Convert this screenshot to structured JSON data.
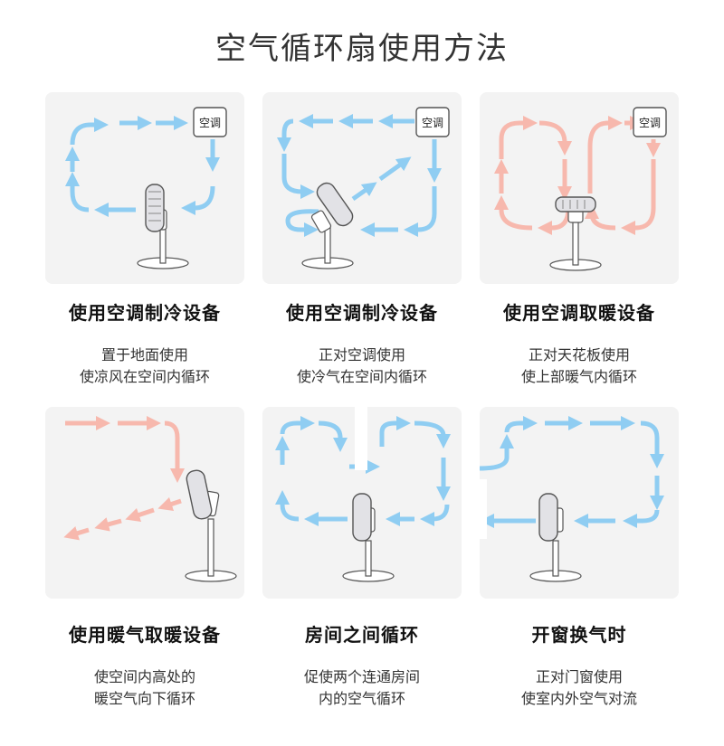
{
  "page": {
    "title": "空气循环扇使用方法"
  },
  "colors": {
    "cool_arrow": "#8fcdf2",
    "warm_arrow": "#f7b8ad",
    "card_bg": "#f3f3f3",
    "fan_head": "#e2e2e6",
    "fan_outline": "#555555"
  },
  "ac_label": "空调",
  "panels": [
    {
      "title": "使用空调制冷设备",
      "desc1": "置于地面使用",
      "desc2": "使凉风在空间内循环",
      "arrow_color": "cool",
      "ac_unit": true
    },
    {
      "title": "使用空调制冷设备",
      "desc1": "正对空调使用",
      "desc2": "使冷气在空间内循环",
      "arrow_color": "cool",
      "ac_unit": true
    },
    {
      "title": "使用空调取暖设备",
      "desc1": "正对天花板使用",
      "desc2": "使上部暖气内循环",
      "arrow_color": "warm",
      "ac_unit": true
    },
    {
      "title": "使用暖气取暖设备",
      "desc1": "使空间内高处的",
      "desc2": "暖空气向下循环",
      "arrow_color": "warm",
      "ac_unit": false
    },
    {
      "title": "房间之间循环",
      "desc1": "促使两个连通房间",
      "desc2": "内的空气循环",
      "arrow_color": "cool",
      "ac_unit": false
    },
    {
      "title": "开窗换气时",
      "desc1": "正对门窗使用",
      "desc2": "使室内外空气对流",
      "arrow_color": "cool",
      "ac_unit": false
    }
  ]
}
